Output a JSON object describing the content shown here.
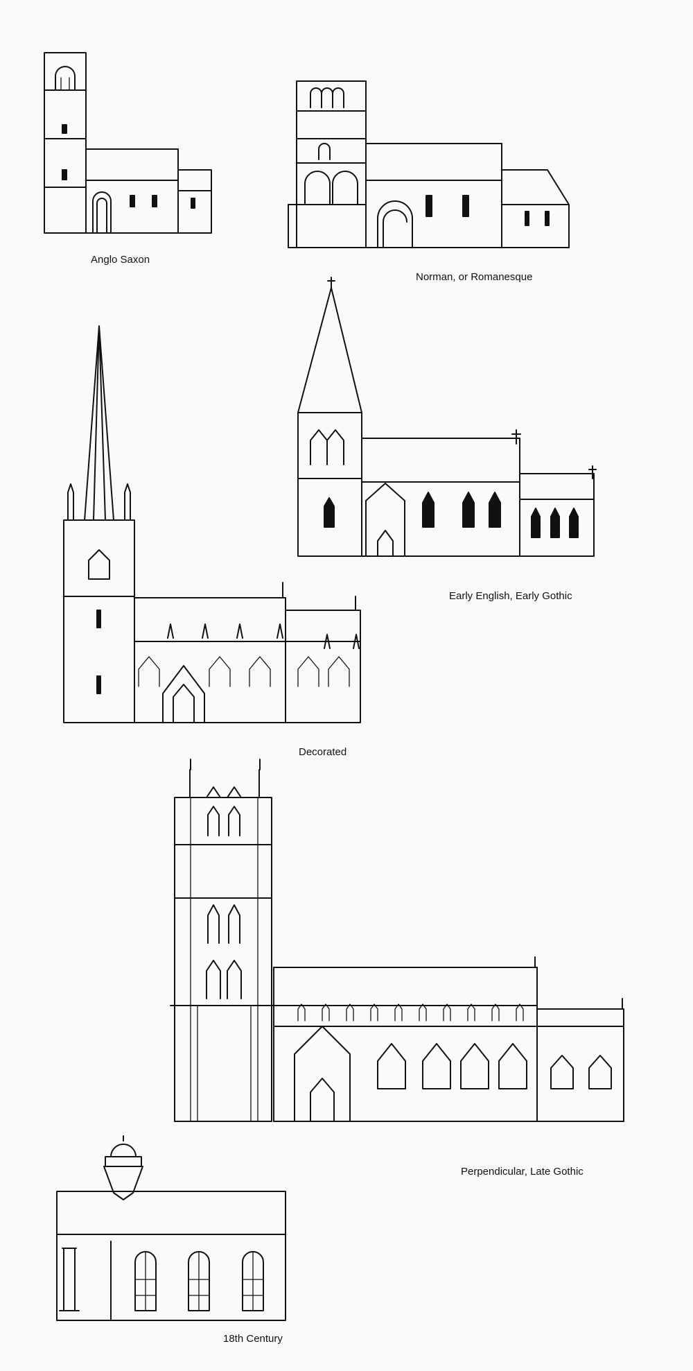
{
  "styles": [
    {
      "id": "anglo-saxon",
      "label": "Anglo Saxon"
    },
    {
      "id": "norman",
      "label": "Norman, or Romanesque"
    },
    {
      "id": "early-english",
      "label": "Early English, Early Gothic"
    },
    {
      "id": "decorated",
      "label": "Decorated"
    },
    {
      "id": "perpendicular",
      "label": "Perpendicular, Late Gothic"
    },
    {
      "id": "eighteenth-century",
      "label": "18th Century"
    }
  ],
  "colors": {
    "ink": "#111111",
    "paper": "#fafafa"
  }
}
